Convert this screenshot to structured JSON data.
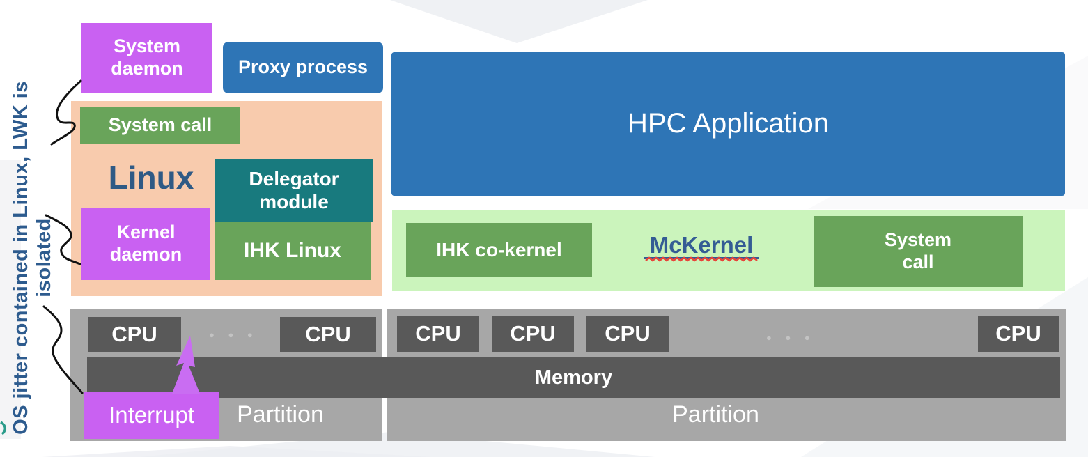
{
  "side_note": "OS jitter contained in Linux, LWK is isolated",
  "top": {
    "system_daemon": "System\ndaemon",
    "proxy_process": "Proxy process",
    "hpc_application": "HPC Application"
  },
  "linux_section": {
    "title": "Linux",
    "system_call": "System call",
    "delegator_module": "Delegator\nmodule",
    "kernel_daemon": "Kernel\ndaemon",
    "ihk_linux": "IHK Linux"
  },
  "mckernel_section": {
    "title": "McKernel",
    "ihk_co_kernel": "IHK co-kernel",
    "system_call": "System\ncall"
  },
  "hardware": {
    "cpu_label": "CPU",
    "ellipsis": "● ● ●",
    "memory_label": "Memory",
    "partition_left_label": "Partition",
    "partition_right_label": "Partition",
    "interrupt_label": "Interrupt"
  },
  "colors": {
    "purple": "#c961f2",
    "blue": "#2e75b6",
    "orange_container": "#f8cbad",
    "green": "#69a45a",
    "teal": "#187a7e",
    "light_green_container": "#cbf4bc",
    "partition_gray": "#a7a7a7",
    "cpu_memory_dark_gray": "#595959",
    "heading_text_blue": "#2f5a85",
    "side_note_blue": "#2d5b8e",
    "connector_black": "#111111",
    "spellcheck_wavy_red": "#e8443a"
  }
}
